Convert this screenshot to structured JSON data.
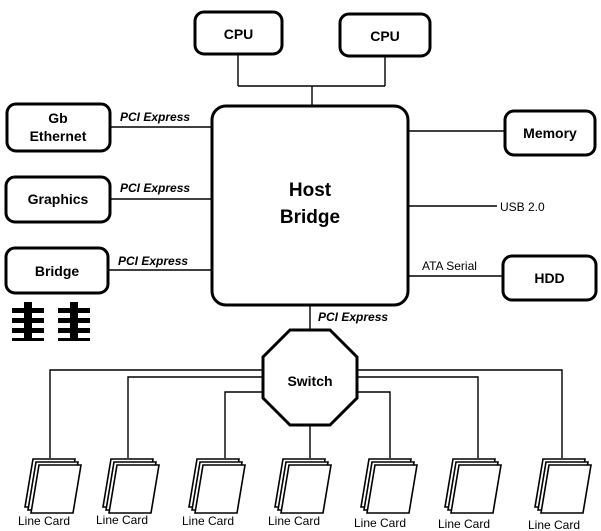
{
  "nodes": {
    "cpu1": "CPU",
    "cpu2": "CPU",
    "host_bridge": [
      "Host",
      "Bridge"
    ],
    "gb_ethernet": [
      "Gb",
      "Ethernet"
    ],
    "graphics": "Graphics",
    "bridge": "Bridge",
    "memory": "Memory",
    "hdd": "HDD",
    "switch": "Switch"
  },
  "links": {
    "gb_ethernet_bus": "PCI Express",
    "graphics_bus": "PCI Express",
    "bridge_bus": "PCI Express",
    "switch_bus": "PCI Express",
    "usb": "USB 2.0",
    "hdd_bus": "ATA Serial"
  },
  "line_cards": [
    "Line Card",
    "Line Card",
    "Line Card",
    "Line Card",
    "Line Card",
    "Line Card",
    "Line Card"
  ],
  "colors": {
    "stroke": "#000000",
    "fill": "#ffffff"
  }
}
